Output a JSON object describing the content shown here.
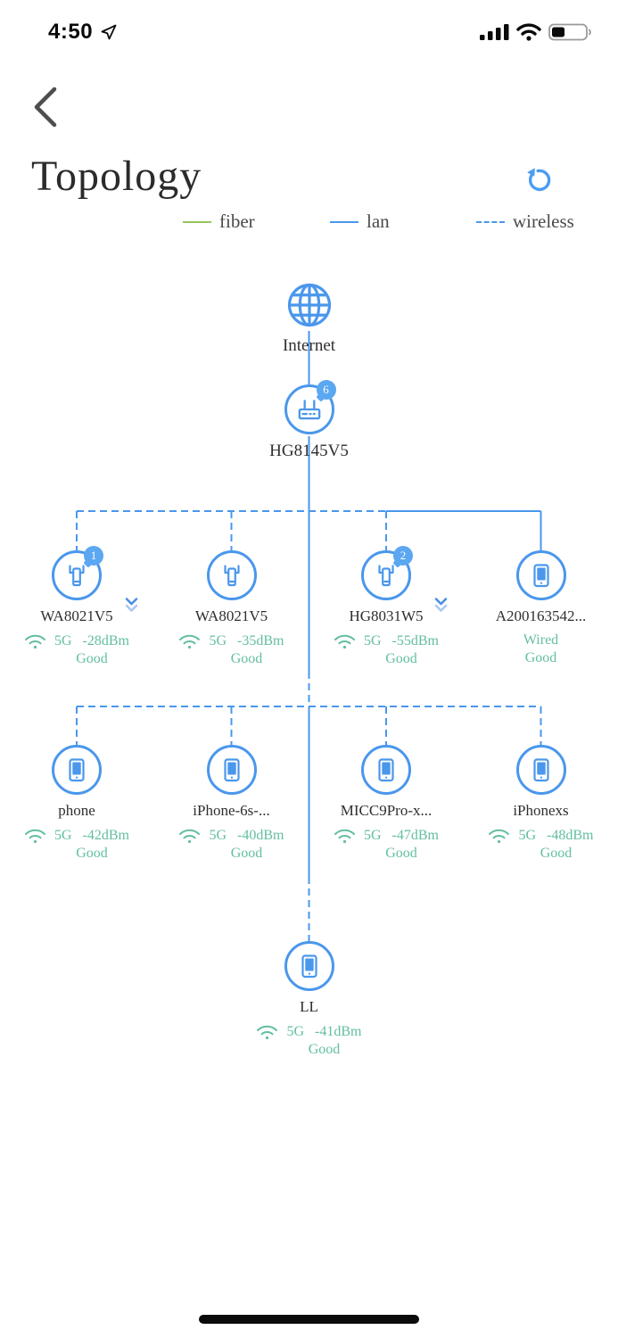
{
  "status_bar": {
    "time": "4:50"
  },
  "header": {
    "title": "Topology"
  },
  "legend": {
    "fiber": "fiber",
    "lan": "lan",
    "wireless": "wireless"
  },
  "colors": {
    "line_blue": "#4a97ec",
    "badge_blue": "#5ba7f1",
    "fiber_green": "#96c35c",
    "status_green": "#63bf9d"
  },
  "icons": {
    "header_action": "refresh-icon",
    "nav": "back-chevron-icon",
    "root": "globe-icon",
    "gateway": "router-icon",
    "extender": "wifi-extender-icon",
    "client": "phone-icon",
    "signal": "wifi-signal-icon"
  },
  "nodes": {
    "internet": {
      "label": "Internet"
    },
    "gateway": {
      "label": "HG8145V5",
      "badge": "6"
    },
    "row1": [
      {
        "label": "WA8021V5",
        "badge": "1",
        "conn": "5G",
        "signal": "-28dBm",
        "quality": "Good"
      },
      {
        "label": "WA8021V5",
        "conn": "5G",
        "signal": "-35dBm",
        "quality": "Good"
      },
      {
        "label": "HG8031W5",
        "badge": "2",
        "conn": "5G",
        "signal": "-55dBm",
        "quality": "Good"
      },
      {
        "label": "A200163542...",
        "conn": "Wired",
        "quality": "Good"
      }
    ],
    "row2": [
      {
        "label": "phone",
        "conn": "5G",
        "signal": "-42dBm",
        "quality": "Good"
      },
      {
        "label": "iPhone-6s-...",
        "conn": "5G",
        "signal": "-40dBm",
        "quality": "Good"
      },
      {
        "label": "MICC9Pro-x...",
        "conn": "5G",
        "signal": "-47dBm",
        "quality": "Good"
      },
      {
        "label": "iPhonexs",
        "conn": "5G",
        "signal": "-48dBm",
        "quality": "Good"
      }
    ],
    "row3": [
      {
        "label": "LL",
        "conn": "5G",
        "signal": "-41dBm",
        "quality": "Good"
      }
    ]
  }
}
